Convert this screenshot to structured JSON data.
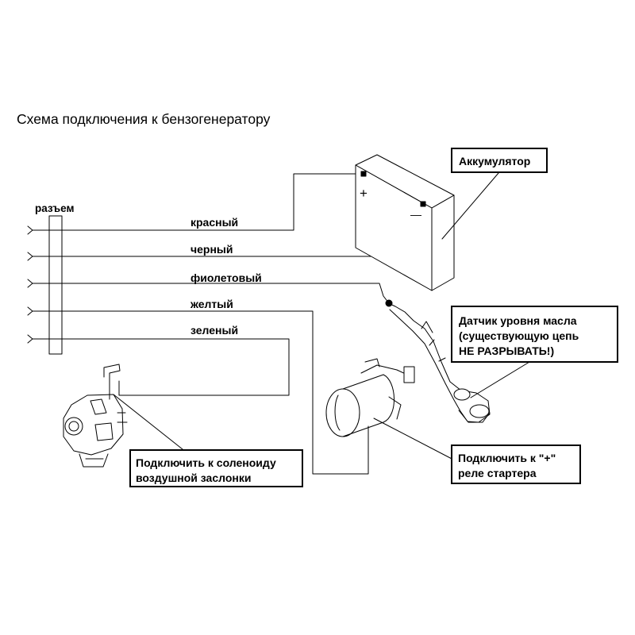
{
  "title": "Схема подключения к бензогенератору",
  "connector_label": "разъем",
  "wires": [
    {
      "label": "красный"
    },
    {
      "label": "черный"
    },
    {
      "label": "фиолетовый"
    },
    {
      "label": "желтый"
    },
    {
      "label": "зеленый"
    }
  ],
  "battery": {
    "label": "Аккумулятор",
    "plus_sign": "+",
    "minus_sign": "—"
  },
  "oil_sensor": {
    "line1": "Датчик уровня масла",
    "line2": "(существующую цепь",
    "line3": "НЕ РАЗРЫВАТЬ!)"
  },
  "starter": {
    "line1": "Подключить к \"+\"",
    "line2": "реле стартера"
  },
  "carburetor": {
    "line1": "Подключить к соленоиду",
    "line2": "воздушной заслонки"
  },
  "icons": [
    "battery-icon",
    "carburetor-icon",
    "starter-motor-icon",
    "oil-level-sensor-icon"
  ],
  "colors": {
    "line": "#000000",
    "background": "#ffffff"
  }
}
